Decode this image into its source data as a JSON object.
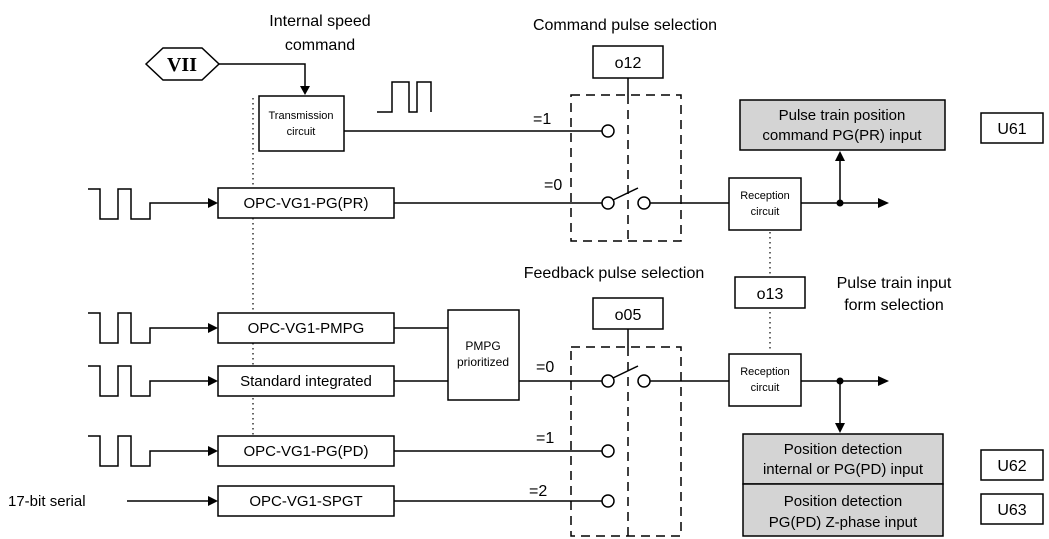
{
  "labels": {
    "internal_speed_1": "Internal speed",
    "internal_speed_2": "command",
    "vii_symbol": "VII",
    "cmd_pulse_selection": "Command pulse selection",
    "fb_pulse_selection": "Feedback pulse selection",
    "pulse_train_form_1": "Pulse train input",
    "pulse_train_form_2": "form selection",
    "serial_17bit": "17-bit serial"
  },
  "params": {
    "o12": "o12",
    "o13": "o13",
    "o05": "o05",
    "u61": "U61",
    "u62": "U62",
    "u63": "U63"
  },
  "blocks": {
    "transmission_1": "Transmission",
    "transmission_2": "circuit",
    "opc_pg_pr": "OPC-VG1-PG(PR)",
    "opc_pmpg": "OPC-VG1-PMPG",
    "standard": "Standard integrated",
    "pmpg_prio_1": "PMPG",
    "pmpg_prio_2": "prioritized",
    "opc_pg_pd": "OPC-VG1-PG(PD)",
    "opc_spgt": "OPC-VG1-SPGT",
    "reception_1": "Reception",
    "reception_2": "circuit"
  },
  "switch_positions": {
    "cmd_eq1": "=1",
    "cmd_eq0": "=0",
    "fb_eq0": "=0",
    "fb_eq1": "=1",
    "fb_eq2": "=2"
  },
  "monitors": {
    "pulse_train_pos_1": "Pulse train position",
    "pulse_train_pos_2": "command PG(PR) input",
    "pos_det_internal_1": "Position detection",
    "pos_det_internal_2": "internal or PG(PD) input",
    "pos_det_z_1": "Position detection",
    "pos_det_z_2": "PG(PD) Z-phase input"
  },
  "colors": {
    "monitor_fill": "#d4d4d4",
    "line": "#000000"
  }
}
